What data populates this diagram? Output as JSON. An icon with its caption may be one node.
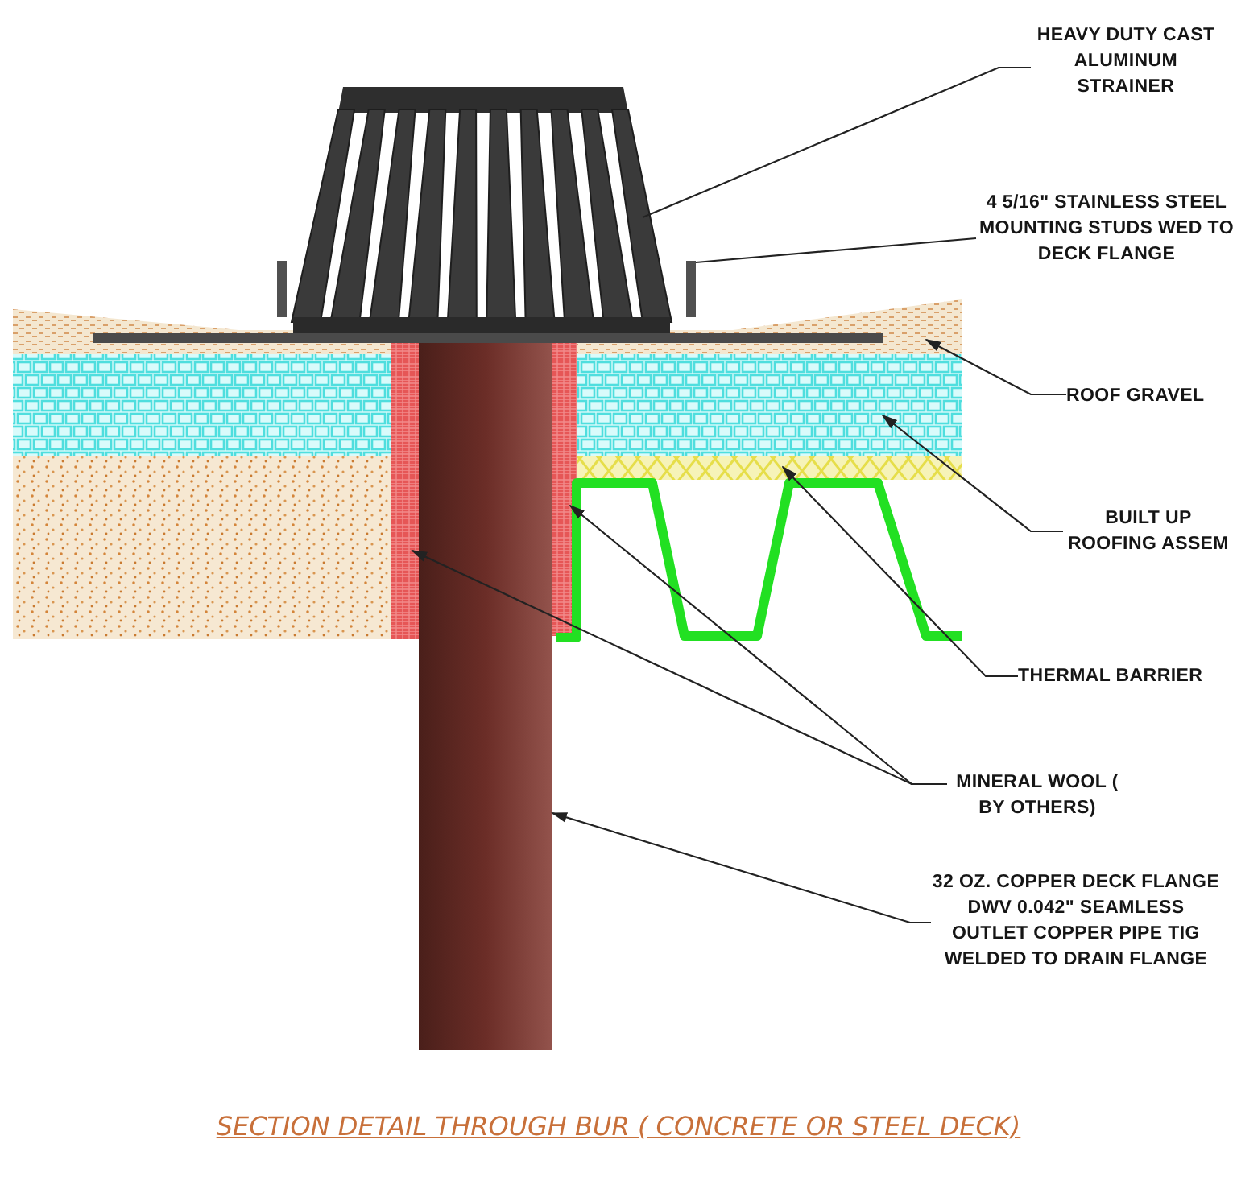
{
  "diagram": {
    "caption": "SECTION DETAIL THROUGH BUR ( CONCRETE OR STEEL DECK)",
    "nodes": [
      {
        "text": [
          "HEAVY DUTY CAST ALUMINUM STRAINER"
        ]
      },
      {
        "text": [],
        "shape": "picture"
      },
      {
        "text": [
          "4 5/16\" STAINLESS STEEL MOUNTING STUDS WED TO DECK FLANGE"
        ]
      },
      {
        "text": [],
        "shape": "bar"
      },
      {
        "text": [
          "ROOF GRAVEL"
        ]
      },
      {
        "text": [],
        "shape": "box"
      },
      {
        "text": [
          "BUILT UP ROOFING ASSEM"
        ]
      },
      {
        "text": [],
        "shape": "box"
      },
      {
        "text": [
          "THERMAL BARRIER"
        ]
      },
      {
        "text": [],
        "shape": "bar"
      },
      {
        "text": [
          "MINERAL WOOL ( BY OTHERS)"
        ]
      },
      {
        "text": [],
        "shape": "bar"
      },
      {
        "text": [],
        "shape": "bar"
      },
      {
        "text": [
          "32 OZ. COPPER DECK FLANGE DWV 0.042\" SEAMLESS OUTLET COPPER PIPE TIG WELDED TO DRAIN FLANGE"
        ]
      },
      {
        "text": [],
        "shape": "cylinder"
      },
      {
        "text": [],
        "shape": "box"
      },
      {
        "text": [],
        "shape": "box"
      },
      {
        "text": [],
        "shape": "box"
      }
    ],
    "edges": [
      {
        "from": 0,
        "to": 1,
        "arrow": "none"
      },
      {
        "from": 2,
        "to": 3,
        "arrow": "none"
      },
      {
        "from": 4,
        "to": 5,
        "arrow": "to"
      },
      {
        "from": 6,
        "to": 7,
        "arrow": "to"
      },
      {
        "from": 8,
        "to": 9,
        "arrow": "to"
      },
      {
        "from": 10,
        "to": 11,
        "arrow": "to"
      },
      {
        "from": 10,
        "to": 12,
        "arrow": "to"
      },
      {
        "from": 13,
        "to": 14,
        "arrow": "to"
      }
    ]
  }
}
